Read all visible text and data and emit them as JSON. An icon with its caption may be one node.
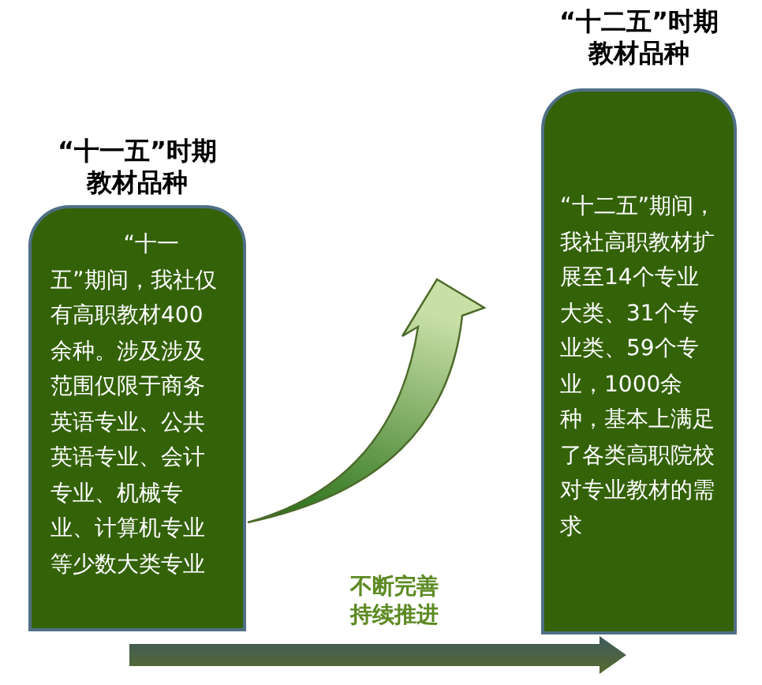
{
  "diagram": {
    "nodes": [
      {
        "text": [
          "“十一五”时期教材品种",
          "“十一五”期间，我社仅有高职教材400余种。涉及涉及范围仅限于商务英语专业、公共英语专业、会计专业、机械专业、计算机专业等少数大类专业"
        ]
      },
      {
        "text": [
          "“十二五”时期教材品种",
          "“十二五”期间，我社高职教材扩展至14个专业大类、31个专业类、59个专业，1000余种，基本上满足了各类高职院校对专业教材的需求"
        ]
      }
    ],
    "edges": [
      {
        "from": 0,
        "to": 1,
        "arrow": "to"
      }
    ],
    "labels": [
      "不断完善持续推进"
    ]
  }
}
